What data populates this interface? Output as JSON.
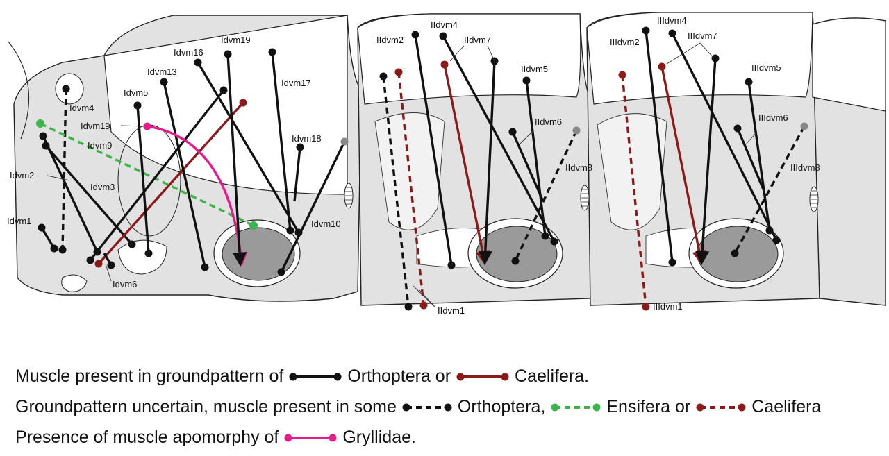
{
  "labels": {
    "idvm1": "Idvm1",
    "idvm2": "Idvm2",
    "idvm3": "Idvm3",
    "idvm4": "Idvm4",
    "idvm5": "Idvm5",
    "idvm6": "Idvm6",
    "idvm9": "Idvm9",
    "idvm10": "Idvm10",
    "idvm13": "Idvm13",
    "idvm16": "Idvm16",
    "idvm17": "Idvm17",
    "idvm18": "Idvm18",
    "idvm19_top": "Idvm19",
    "idvm19_left": "Idvm19",
    "iidvm1": "IIdvm1",
    "iidvm2": "IIdvm2",
    "iidvm4": "IIdvm4",
    "iidvm5": "IIdvm5",
    "iidvm6": "IIdvm6",
    "iidvm7": "IIdvm7",
    "iidvm8": "IIdvm8",
    "iiidvm1": "IIIdvm1",
    "iiidvm2": "IIIdvm2",
    "iiidvm4": "IIIdvm4",
    "iiidvm5": "IIIdvm5",
    "iiidvm6": "IIIdvm6",
    "iiidvm7": "IIIdvm7",
    "iiidvm8": "IIIdvm8"
  },
  "legend": {
    "row1_text_a": "Muscle present in groundpattern of",
    "row1_text_b": "Orthoptera or",
    "row1_text_c": "Caelifera.",
    "row2_text_a": "Groundpattern uncertain, muscle present in some",
    "row2_text_b": "Orthoptera,",
    "row2_text_c": "Ensifera or",
    "row2_text_d": "Caelifera",
    "row3_text_a": "Presence of muscle apomorphy of",
    "row3_text_b": "Gryllidae."
  },
  "colors": {
    "orthoptera": "#111111",
    "caelifera": "#8b1a1a",
    "ensifera": "#3cb54a",
    "gryllidae": "#e8198b",
    "body_fill": "#e2e2e2",
    "coxa_fill": "#9a9a9a"
  }
}
